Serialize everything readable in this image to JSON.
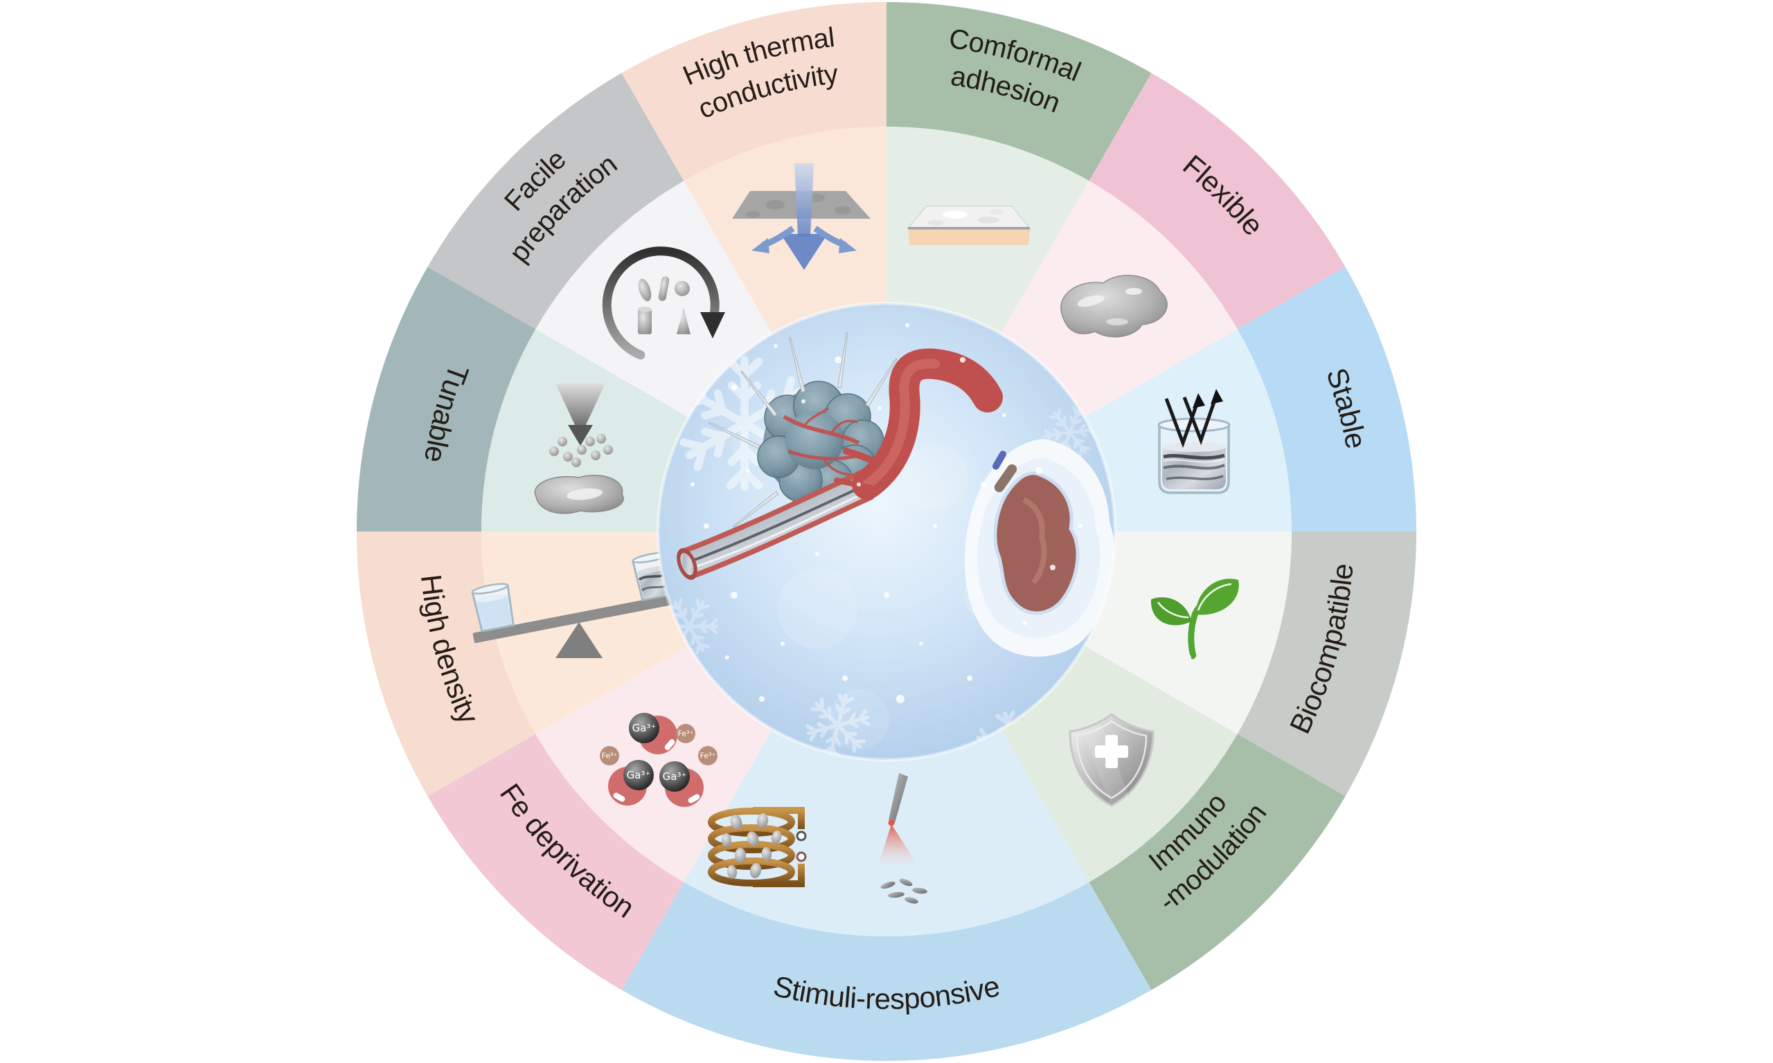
{
  "figure": {
    "background_color": "#ffffff",
    "label_text_color": "#241d16"
  },
  "wheel": {
    "sectors": [
      {
        "id": "comformal-adhesion",
        "label_lines": [
          "Comformal",
          "adhesion"
        ],
        "outer_color": "#a7bea9",
        "inner_color": "#e4eee6",
        "icon": "conformal-patch-icon"
      },
      {
        "id": "flexible",
        "label_lines": [
          "Flexible"
        ],
        "outer_color": "#f0c3d4",
        "inner_color": "#fbecef",
        "icon": "liquid-metal-blob-icon"
      },
      {
        "id": "stable",
        "label_lines": [
          "Stable"
        ],
        "outer_color": "#b7dbf4",
        "inner_color": "#def0fa",
        "icon": "beaker-reflection-icon"
      },
      {
        "id": "biocompatible",
        "label_lines": [
          "Biocompatible"
        ],
        "outer_color": "#c8ccc9",
        "inner_color": "#f3f5f3",
        "icon": "plant-sprout-icon"
      },
      {
        "id": "immuno-modulation",
        "label_lines": [
          "Immuno",
          "-modulation"
        ],
        "outer_color": "#a7bea9",
        "inner_color": "#e1ebe0",
        "icon": "shield-cross-icon"
      },
      {
        "id": "stimuli-responsive",
        "label_lines": [
          "Stimuli-responsive"
        ],
        "outer_color": "#badaf0",
        "inner_color": "#dcedf8",
        "icon": "induction-coil-icon + laser-probe-icon"
      },
      {
        "id": "fe-deprivation",
        "label_lines": [
          "Fe deprivation"
        ],
        "outer_color": "#f2c8d5",
        "inner_color": "#fbeaed",
        "icon": "gallium-iron-ion-exchange-icon"
      },
      {
        "id": "high-density",
        "label_lines": [
          "High density"
        ],
        "outer_color": "#f7dcd0",
        "inner_color": "#fce8d9",
        "icon": "balance-seesaw-icon"
      },
      {
        "id": "tunable",
        "label_lines": [
          "Tunable"
        ],
        "outer_color": "#a3b7ba",
        "inner_color": "#dcebe7",
        "icon": "funnel-droplet-icon"
      },
      {
        "id": "facile-preparation",
        "label_lines": [
          "Facile",
          "preparation"
        ],
        "outer_color": "#c5c6c8",
        "inner_color": "#f4f4f6",
        "icon": "recyclable-shapes-icon"
      },
      {
        "id": "high-thermal-conductivity",
        "label_lines": [
          "High thermal",
          "conductivity"
        ],
        "outer_color": "#f7dcd2",
        "inner_color": "#fbe7d9",
        "icon": "heat-dissipation-arrow-icon"
      }
    ],
    "ion_labels": {
      "ga": "Ga³⁺",
      "fe": "Fe³⁺"
    },
    "accent_colors": {
      "heat_arrow_blue": "#5d7fc4",
      "sprout_green": "#55a631",
      "coil_copper": "#a9752c",
      "laser_red": "#e0564a",
      "crescent_red": "#d06c6c",
      "vessel_red": "#c0504d"
    }
  }
}
